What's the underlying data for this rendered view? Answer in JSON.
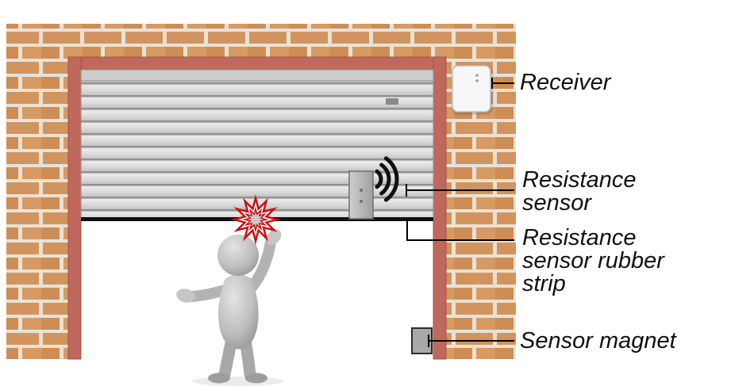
{
  "diagram": {
    "labels": {
      "receiver": "Receiver",
      "resistance_sensor": [
        "Resistance",
        "sensor"
      ],
      "resistance_sensor_rubber_strip": [
        "Resistance",
        "sensor rubber",
        "strip"
      ],
      "sensor_magnet": "Sensor magnet"
    },
    "colors": {
      "brick": "#d2945f",
      "mortar": "#e9e2d4",
      "door_frame": "#c0685c",
      "door_slat": "#d6d6d6",
      "rubber_strip": "#111111",
      "impact_star": "#cc1111",
      "device_gray": "#a9a9a9",
      "receiver_body": "#f4f6f7",
      "callout_line": "#000000"
    }
  }
}
